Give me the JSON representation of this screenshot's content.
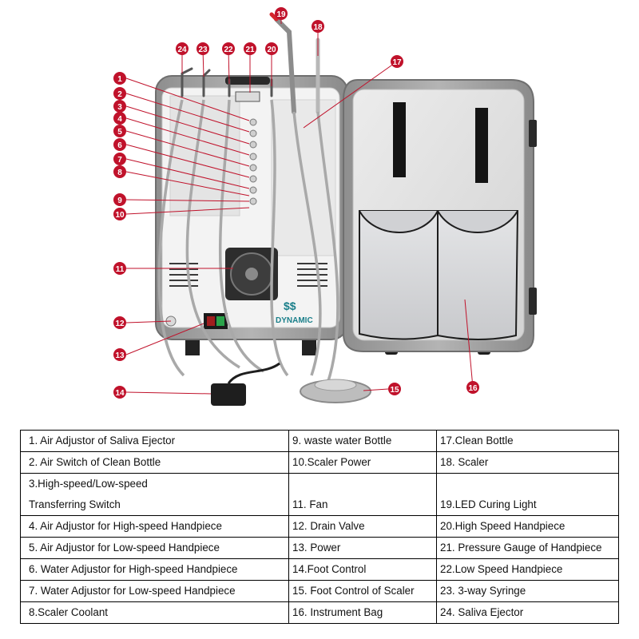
{
  "callouts": {
    "c1": "1",
    "c2": "2",
    "c3": "3",
    "c4": "4",
    "c5": "5",
    "c6": "6",
    "c7": "7",
    "c8": "8",
    "c9": "9",
    "c10": "10",
    "c11": "11",
    "c12": "12",
    "c13": "13",
    "c14": "14",
    "c15": "15",
    "c16": "16",
    "c17": "17",
    "c18": "18",
    "c19": "19",
    "c20": "20",
    "c21": "21",
    "c22": "22",
    "c23": "23",
    "c24": "24"
  },
  "logo": {
    "brand": "DYNAMIC"
  },
  "legend": {
    "r1": {
      "a": "1. Air Adjustor of Saliva Ejector",
      "b": "9. waste water Bottle",
      "c": "17.Clean Bottle"
    },
    "r2": {
      "a": "2. Air Switch of Clean Bottle",
      "b": "10.Scaler Power",
      "c": "18. Scaler"
    },
    "r3": {
      "a1": "3.High-speed/Low-speed",
      "a2": "Transferring Switch",
      "b": "11.  Fan",
      "c": "19.LED Curing Light"
    },
    "r4": {
      "a": "4. Air Adjustor for High-speed Handpiece",
      "b": "12. Drain Valve",
      "c": "20.High Speed Handpiece"
    },
    "r5": {
      "a": "5. Air Adjustor for Low-speed Handpiece",
      "b": "13. Power",
      "c": "21. Pressure Gauge of Handpiece"
    },
    "r6": {
      "a": "6. Water Adjustor for High-speed Handpiece",
      "b": "14.Foot Control",
      "c": "22.Low Speed Handpiece"
    },
    "r7": {
      "a": "7. Water Adjustor for Low-speed Handpiece",
      "b": "15. Foot Control of Scaler",
      "c": "23. 3-way Syringe"
    },
    "r8": {
      "a": "8.Scaler Coolant",
      "b": "16. Instrument Bag",
      "c": "24. Saliva Ejector"
    }
  },
  "colors": {
    "callout": "#c0122b",
    "case": "#9a9a9a",
    "panel": "#f1f1f1",
    "bag": "#d9dadc"
  }
}
